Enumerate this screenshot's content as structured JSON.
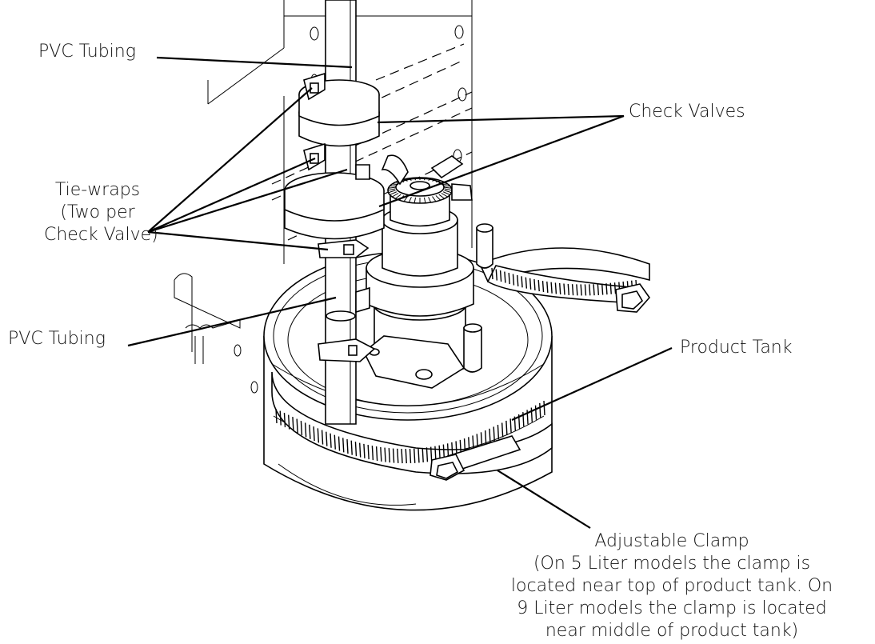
{
  "labels": {
    "pvc_tubing_top": "PVC Tubing",
    "check_valves": "Check Valves",
    "tie_wraps": "Tie-wraps\n(Two per\nCheck Valve)",
    "pvc_tubing_bottom": "PVC Tubing",
    "product_tank": "Product Tank",
    "adjustable_clamp": "Adjustable Clamp\n(On 5 Liter models the clamp is\nlocated near top of product tank. On\n9 Liter models the clamp is located\nnear middle of product tank)"
  }
}
